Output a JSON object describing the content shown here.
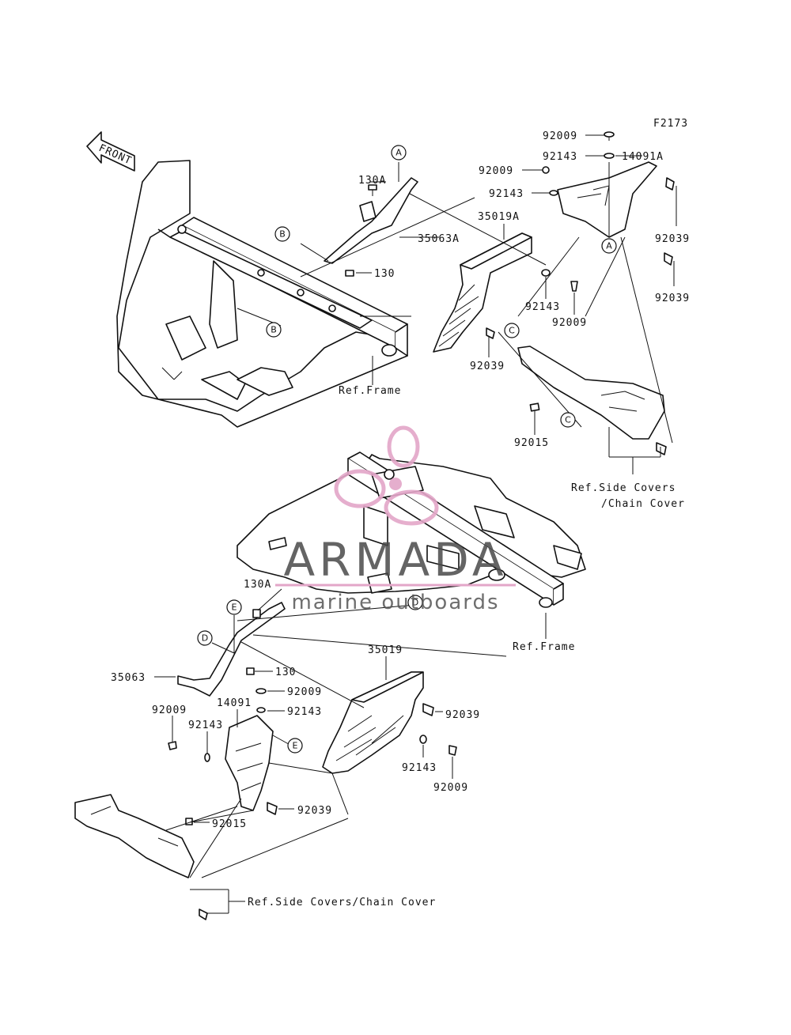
{
  "diagram_code": "F2173",
  "front_arrow": "FRONT",
  "labels": {
    "p92009_a": "92009",
    "p92143_a": "92143",
    "p14091A": "14091A",
    "p92009_b": "92009",
    "p92143_b": "92143",
    "p92039_a": "92039",
    "p92039_b": "92039",
    "p130A_top": "130A",
    "p35063A": "35063A",
    "p130_top": "130",
    "p35019A": "35019A",
    "p92143_c": "92143",
    "p92009_c": "92009",
    "p92039_c": "92039",
    "ref_frame_top": "Ref.Frame",
    "p92015_top": "92015",
    "ref_side_top_1": "Ref.Side Covers",
    "ref_side_top_2": "/Chain Cover",
    "p130A_bot": "130A",
    "ref_frame_bot": "Ref.Frame",
    "p35019": "35019",
    "p35063": "35063",
    "p130_bot": "130",
    "p92009_d": "92009",
    "p14091": "14091",
    "p92143_d": "92143",
    "p92009_e": "92009",
    "p92143_e": "92143",
    "p92039_d": "92039",
    "p92143_f": "92143",
    "p92009_f": "92009",
    "p92039_e": "92039",
    "p92015_bot": "92015",
    "ref_side_bot": "Ref.Side Covers/Chain Cover"
  },
  "callouts": {
    "A1": "A",
    "A2": "A",
    "B1": "B",
    "B2": "B",
    "C1": "C",
    "C2": "C",
    "D1": "D",
    "D2": "D",
    "E1": "E",
    "E2": "E"
  },
  "watermark": {
    "name": "ARMADA",
    "tagline": "marine outboards",
    "color_text": "#4a4a4a",
    "color_logo": "#e3a6c8"
  }
}
